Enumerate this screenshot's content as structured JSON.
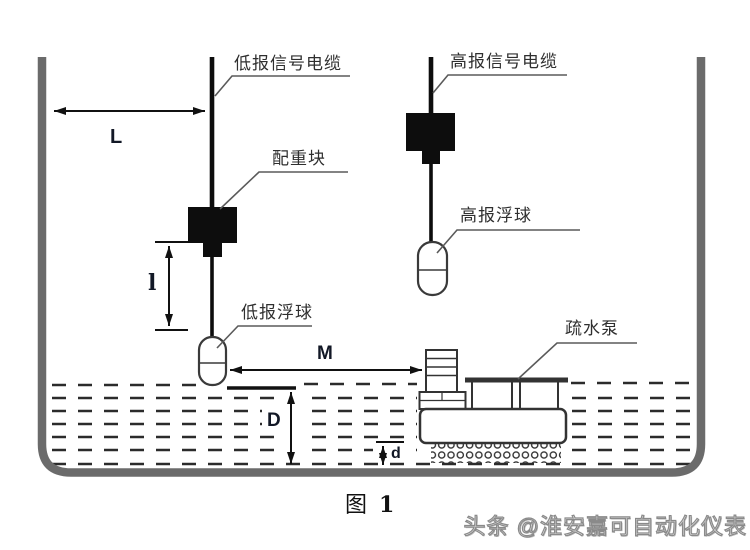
{
  "figure": {
    "caption_prefix": "图",
    "caption_number": "1",
    "watermark": "头条 @淮安嘉可自动化仪表"
  },
  "labels": {
    "low_cable": "低报信号电缆",
    "counterweight": "配重块",
    "high_cable": "高报信号电缆",
    "high_float": "高报浮球",
    "low_float": "低报浮球",
    "pump": "疏水泵"
  },
  "dimensions": {
    "wall_to_cable": "L",
    "weight_to_float": "l",
    "float_to_pump": "M",
    "water_depth": "D",
    "pump_clearance": "d"
  },
  "colors": {
    "tank_wall": "#6b6b6b",
    "ink": "#111111",
    "leader_line": "#5a5a5a",
    "water_dash": "#2b2b2b",
    "watermark_gray": "#8a8a8a"
  }
}
